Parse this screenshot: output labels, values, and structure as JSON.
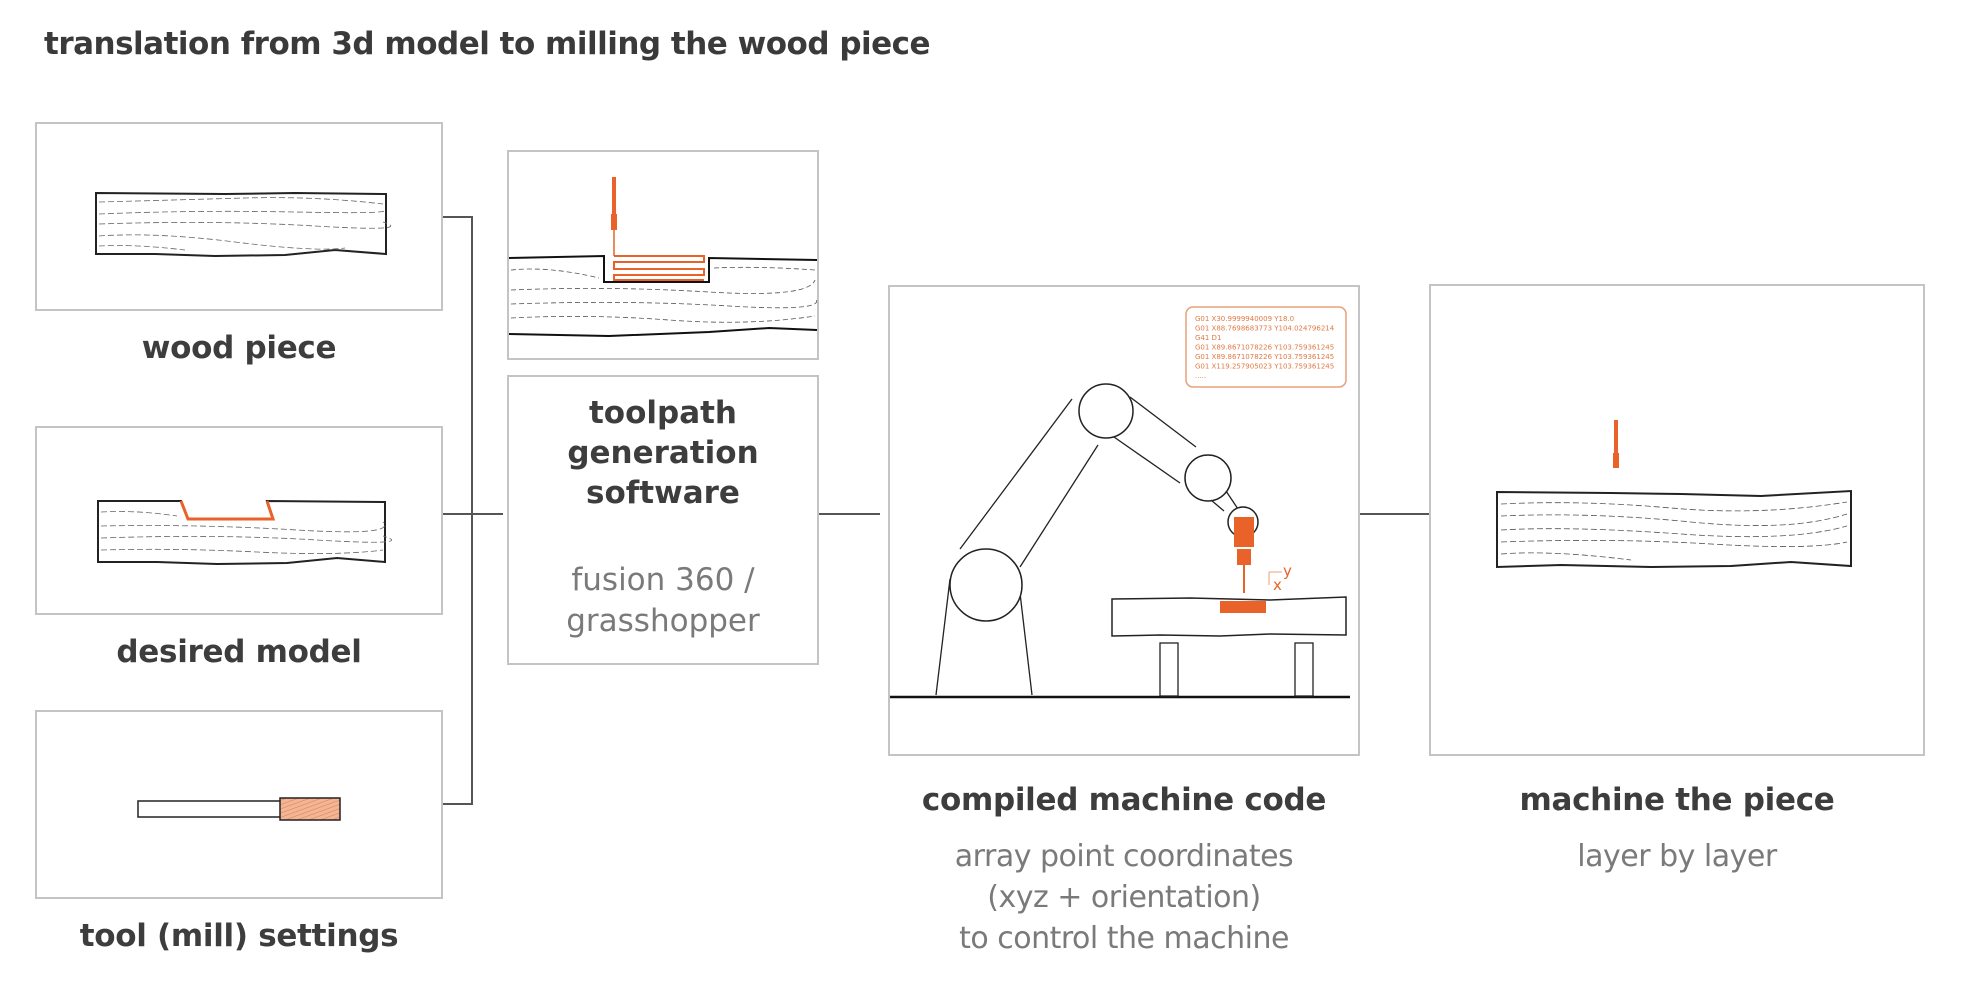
{
  "title": "translation from 3d model to milling the wood piece",
  "accent_color": "#e8622a",
  "inputs": [
    {
      "label": "wood piece",
      "icon": "wood-plank-icon"
    },
    {
      "label": "desired model",
      "icon": "wood-plank-with-pocket-icon"
    },
    {
      "label": "tool (mill) settings",
      "icon": "end-mill-icon"
    }
  ],
  "toolpath": {
    "title_lines": [
      "toolpath",
      "generation",
      "software"
    ],
    "sub_lines": [
      "fusion 360 /",
      "grasshopper"
    ],
    "illustration": "toolpath-zigzag-in-pocket"
  },
  "machine_code": {
    "label": "compiled machine code",
    "sub_lines": [
      "array point coordinates",
      "(xyz + orientation)",
      "to control the machine"
    ],
    "gcode_lines": [
      "G01 X30.9999940009 Y18.0",
      "G01 X88.7698683773 Y104.024796214",
      "G41 D1",
      "G01 X89.8671078226 Y103.759361245",
      "G01 X89.8671078226 Y103.759361245",
      "G01 X119.257905023 Y103.759361245",
      "....."
    ],
    "axis_labels": {
      "x": "x",
      "y": "y"
    }
  },
  "machining": {
    "label": "machine the piece",
    "sub_lines": [
      "layer by layer"
    ]
  }
}
